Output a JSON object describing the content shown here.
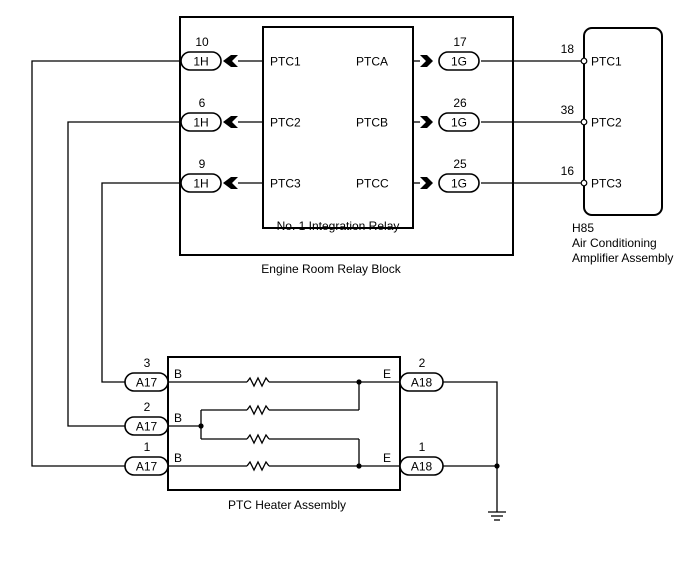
{
  "relay_block": {
    "label": "Engine Room Relay Block",
    "integration_relay": {
      "label": "No. 1 Integration Relay",
      "left_terminals": [
        {
          "pin": "10",
          "connector": "1H",
          "name": "PTC1"
        },
        {
          "pin": "6",
          "connector": "1H",
          "name": "PTC2"
        },
        {
          "pin": "9",
          "connector": "1H",
          "name": "PTC3"
        }
      ],
      "right_terminals": [
        {
          "pin": "17",
          "connector": "1G",
          "name": "PTCA"
        },
        {
          "pin": "26",
          "connector": "1G",
          "name": "PTCB"
        },
        {
          "pin": "25",
          "connector": "1G",
          "name": "PTCC"
        }
      ]
    }
  },
  "amplifier": {
    "code": "H85",
    "name_line1": "Air Conditioning",
    "name_line2": "Amplifier Assembly",
    "terminals": [
      {
        "pin": "18",
        "name": "PTC1"
      },
      {
        "pin": "38",
        "name": "PTC2"
      },
      {
        "pin": "16",
        "name": "PTC3"
      }
    ]
  },
  "heater": {
    "label": "PTC Heater Assembly",
    "left_terminals": [
      {
        "pin": "3",
        "connector": "A17",
        "name": "B"
      },
      {
        "pin": "2",
        "connector": "A17",
        "name": "B"
      },
      {
        "pin": "1",
        "connector": "A17",
        "name": "B"
      }
    ],
    "right_terminals": [
      {
        "pin": "2",
        "connector": "A18",
        "name": "E"
      },
      {
        "pin": "1",
        "connector": "A18",
        "name": "E"
      }
    ]
  }
}
